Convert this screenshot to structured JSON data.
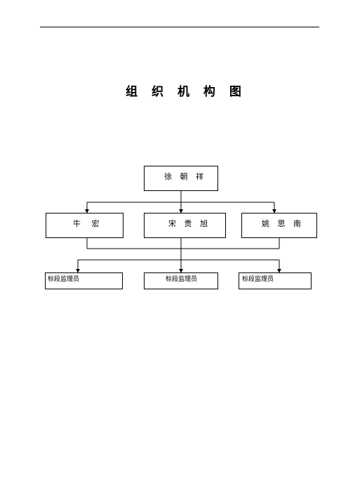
{
  "title": "组 织 机 构 图",
  "chart_data": {
    "type": "org-chart",
    "root": "徐 朝 祥",
    "managers": [
      "牛  宏",
      "宋 贵 旭",
      "姚 思 南"
    ],
    "staff": [
      "标段监理员",
      "标段监理员",
      "标段监理员"
    ]
  }
}
